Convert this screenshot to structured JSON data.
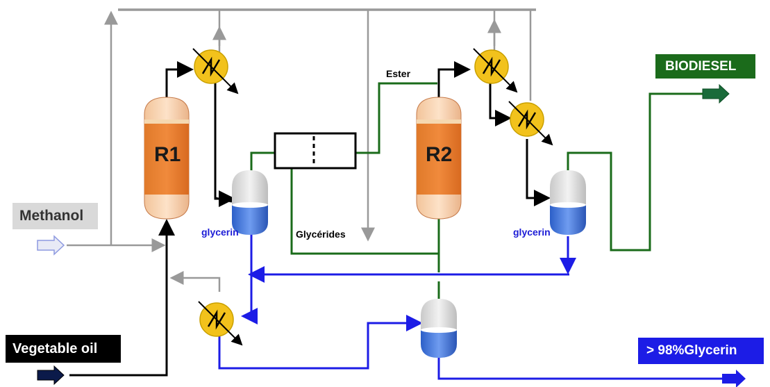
{
  "labels": {
    "methanol": "Methanol",
    "vegetable_oil": "Vegetable oil",
    "biodiesel": "BIODIESEL",
    "glycerin_out": "> 98%Glycerin",
    "ester": "Ester",
    "glycerides": "Glycérides",
    "glycerin_left": "glycerin",
    "glycerin_right": "glycerin",
    "r1": "R1",
    "r2": "R2"
  },
  "colors": {
    "feed_line": "#000000",
    "methanol_line": "#999999",
    "ester_line": "#1a6b1a",
    "glycerin_line": "#1c1ce6",
    "exchanger": "#f2c21c",
    "reactor": "#e8762a"
  }
}
